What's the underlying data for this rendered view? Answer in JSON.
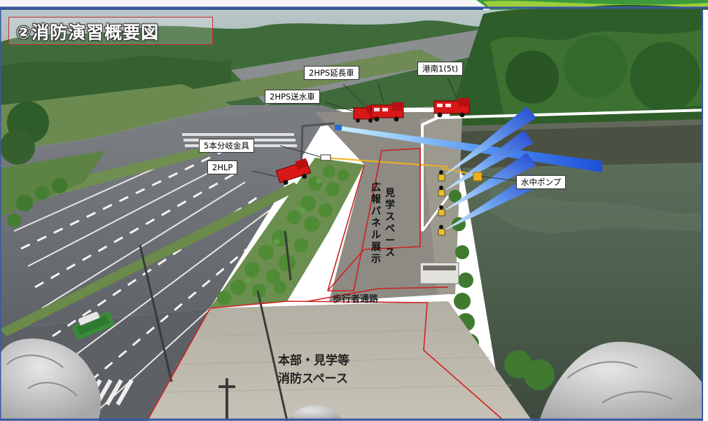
{
  "title": "②消防演習概要図",
  "labels": {
    "hps_extension": "2HPS延長車",
    "minatominami": "港南1(5t)",
    "hps_water": "2HPS送水車",
    "branch_fitting": "5本分岐金具",
    "hlp": "2HLP",
    "pump": "水中ポンプ"
  },
  "zones": {
    "tour_space_vertical_1": "見学スペース",
    "tour_space_vertical_2": "広報パネル展示",
    "pedestrian_path": "歩行者通路",
    "hq_line1": "本部・見学等",
    "hq_line2": "消防スペース"
  },
  "colors": {
    "zone_outline": "#d02020",
    "water_spray": "#2060e0",
    "hose": "#f0b020",
    "vehicle": "#d81818"
  }
}
